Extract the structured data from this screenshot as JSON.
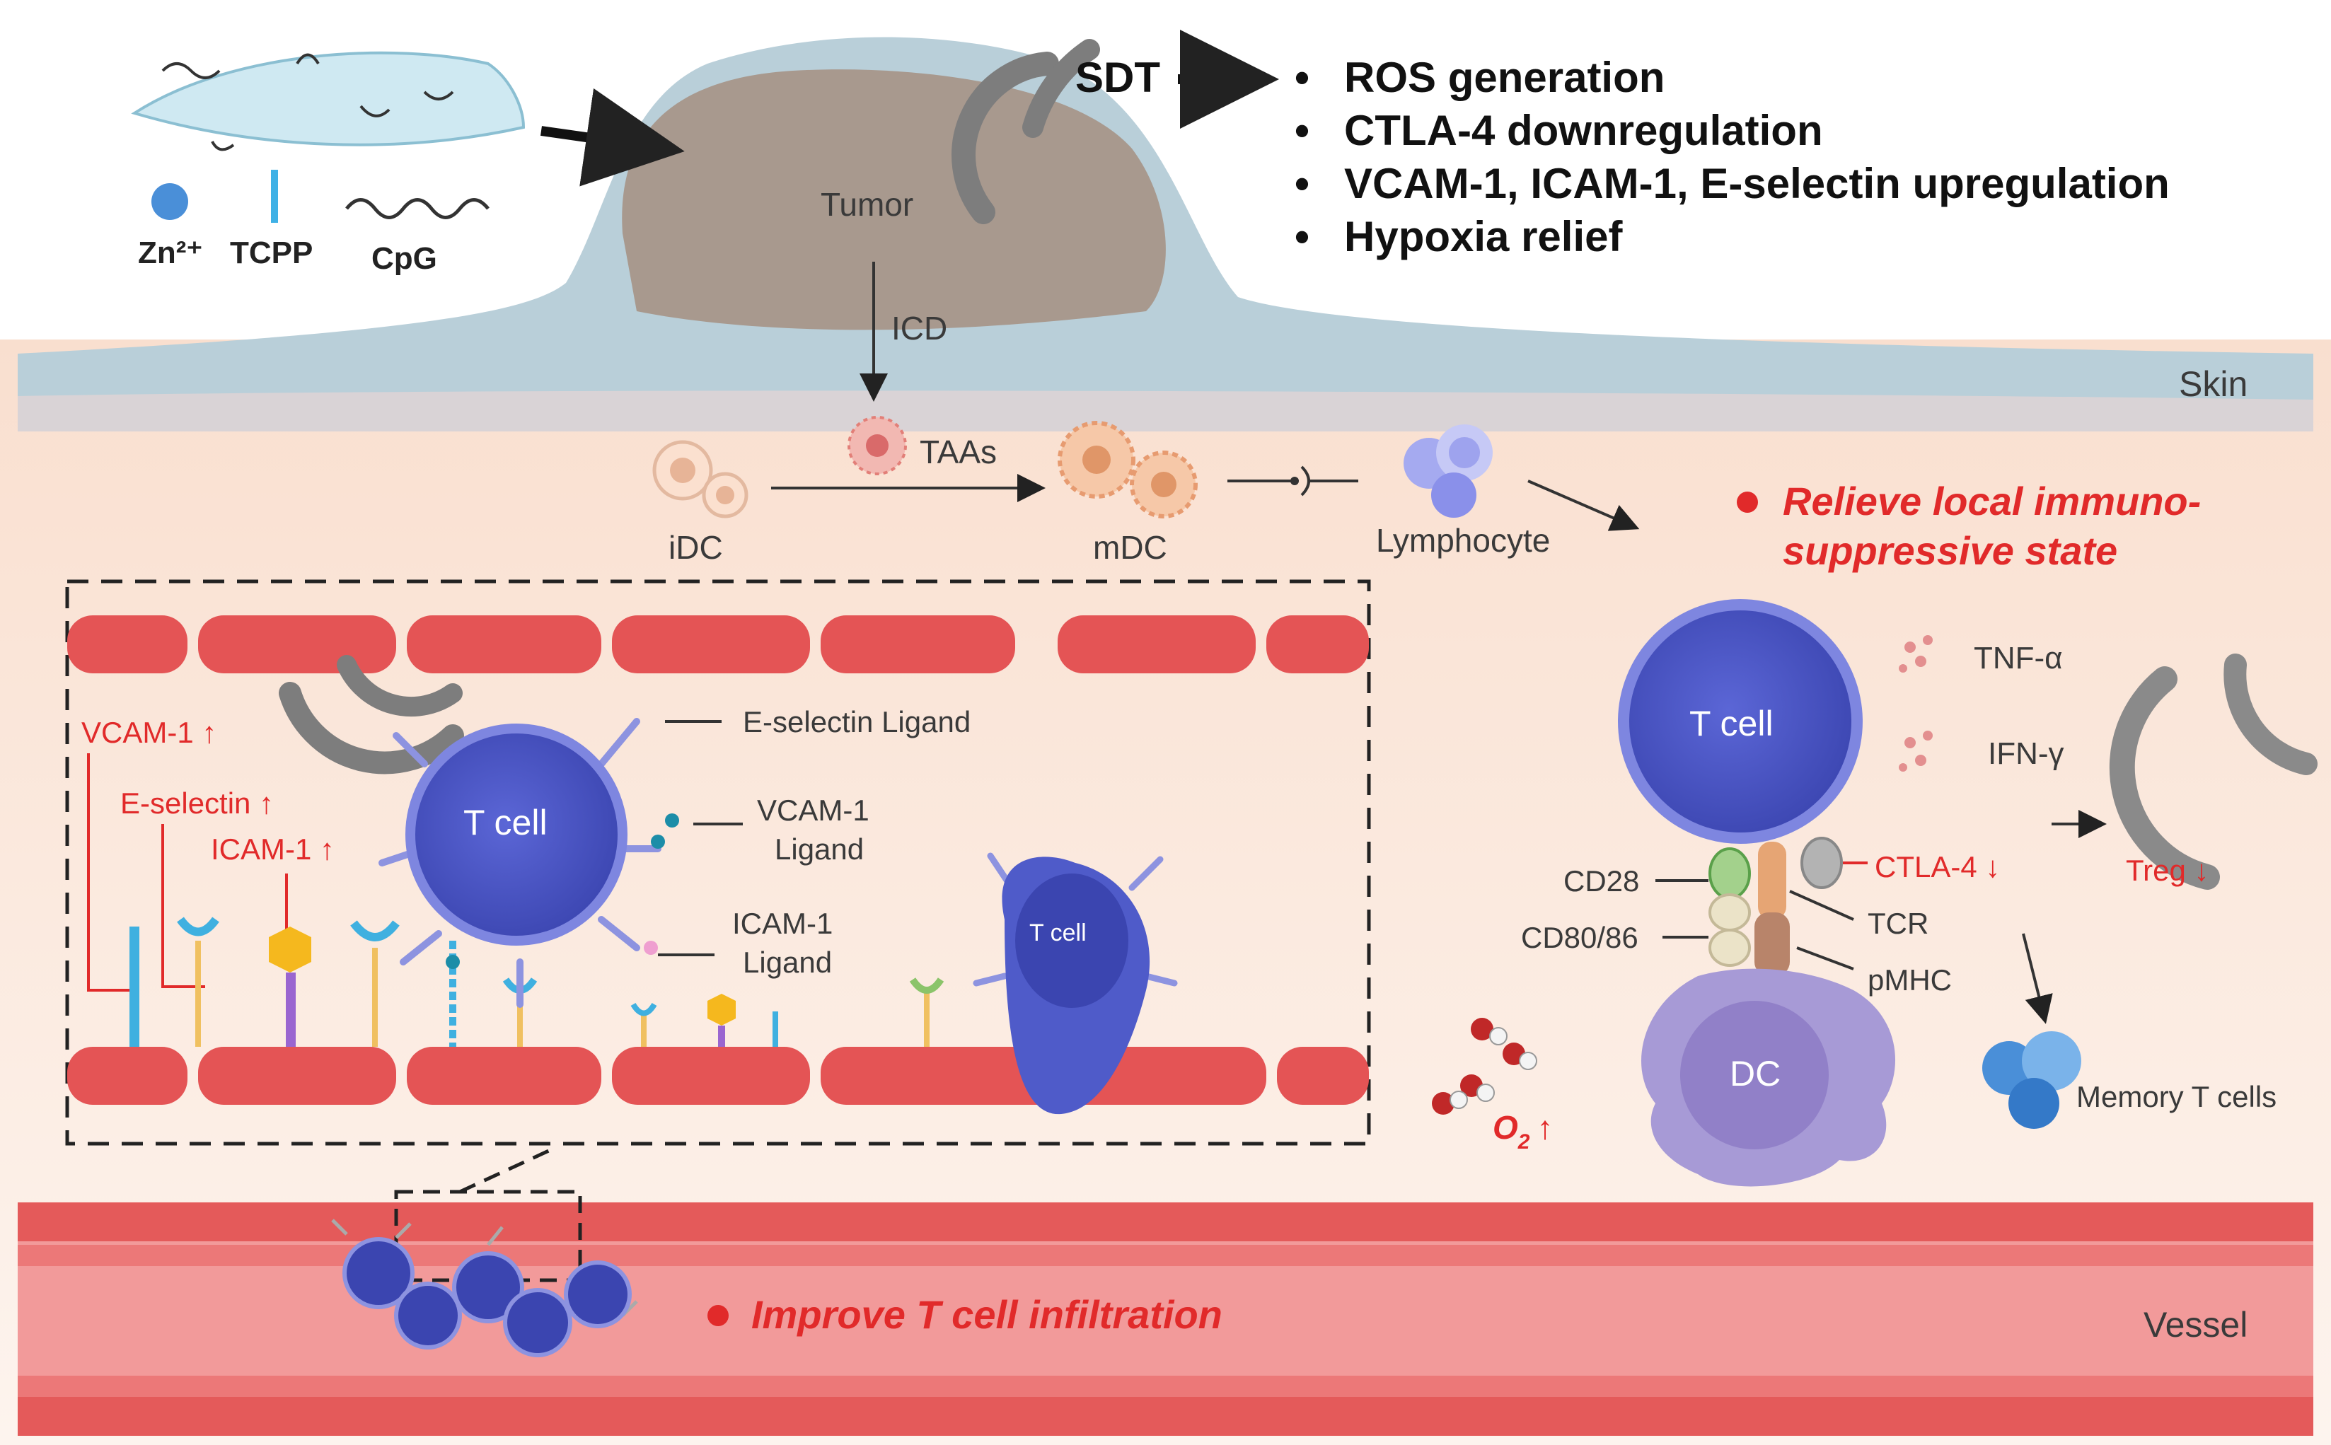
{
  "legend": {
    "zn": "Zn²⁺",
    "tcpp": "TCPP",
    "cpg": "CpG"
  },
  "tumor": "Tumor",
  "sdt": {
    "label": "SDT",
    "effects": [
      "ROS generation",
      "CTLA-4 downregulation",
      "VCAM-1, ICAM-1, E-selectin upregulation",
      "Hypoxia relief"
    ]
  },
  "icd": "ICD",
  "skin": "Skin",
  "vessel": "Vessel",
  "maturation": {
    "taas": "TAAs",
    "idc": "iDC",
    "mdc": "mDC",
    "lymphocyte": "Lymphocyte"
  },
  "highlights": {
    "relieve_1": "Relieve local immuno-",
    "relieve_2": "suppressive state",
    "improve": "Improve T cell infiltration"
  },
  "inset": {
    "vcam": "VCAM-1 ↑",
    "eselectin": "E-selectin ↑",
    "icam": "ICAM-1 ↑",
    "tcell": "T cell",
    "tcell_small": "T cell",
    "eselectin_ligand": "E-selectin Ligand",
    "vcam_ligand_1": "VCAM-1",
    "vcam_ligand_2": "Ligand",
    "icam_ligand_1": "ICAM-1",
    "icam_ligand_2": "Ligand"
  },
  "synapse": {
    "tcell": "T cell",
    "dc": "DC",
    "tnf": "TNF-α",
    "ifn": "IFN-γ",
    "cd28": "CD28",
    "cd8086": "CD80/86",
    "tcr": "TCR",
    "pmhc": "pMHC",
    "ctla4": "CTLA-4 ↓",
    "treg": "Treg ↓",
    "memory": "Memory T cells",
    "o2": "O",
    "o2_sub": "2",
    "o2_arrow": "↑"
  },
  "colors": {
    "tissue": "#fbe6d6",
    "skin": "#a9c4d1",
    "vessel": "#e45a5a",
    "tcell": "#4f5bc9",
    "highlight": "#e12a2a"
  }
}
